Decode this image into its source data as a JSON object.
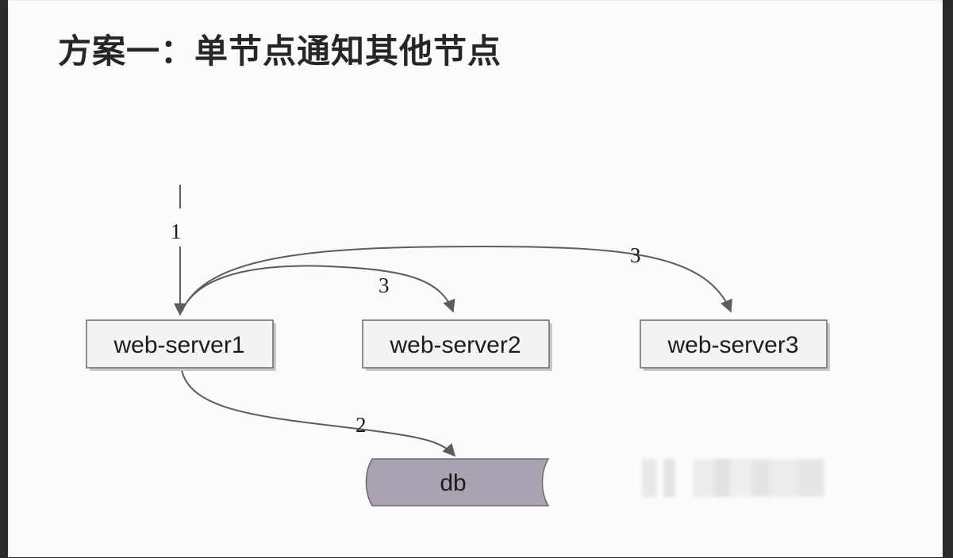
{
  "title": "方案一：单节点通知其他节点",
  "nodes": {
    "web_server1": "web-server1",
    "web_server2": "web-server2",
    "web_server3": "web-server3",
    "db": "db"
  },
  "edges": {
    "request": "1",
    "write_db": "2",
    "notify_server2": "3",
    "notify_server3": "3"
  },
  "colors": {
    "node_fill": "#f3f3f3",
    "db_fill": "#aaa2b0",
    "edge": "#5c5c5c"
  }
}
